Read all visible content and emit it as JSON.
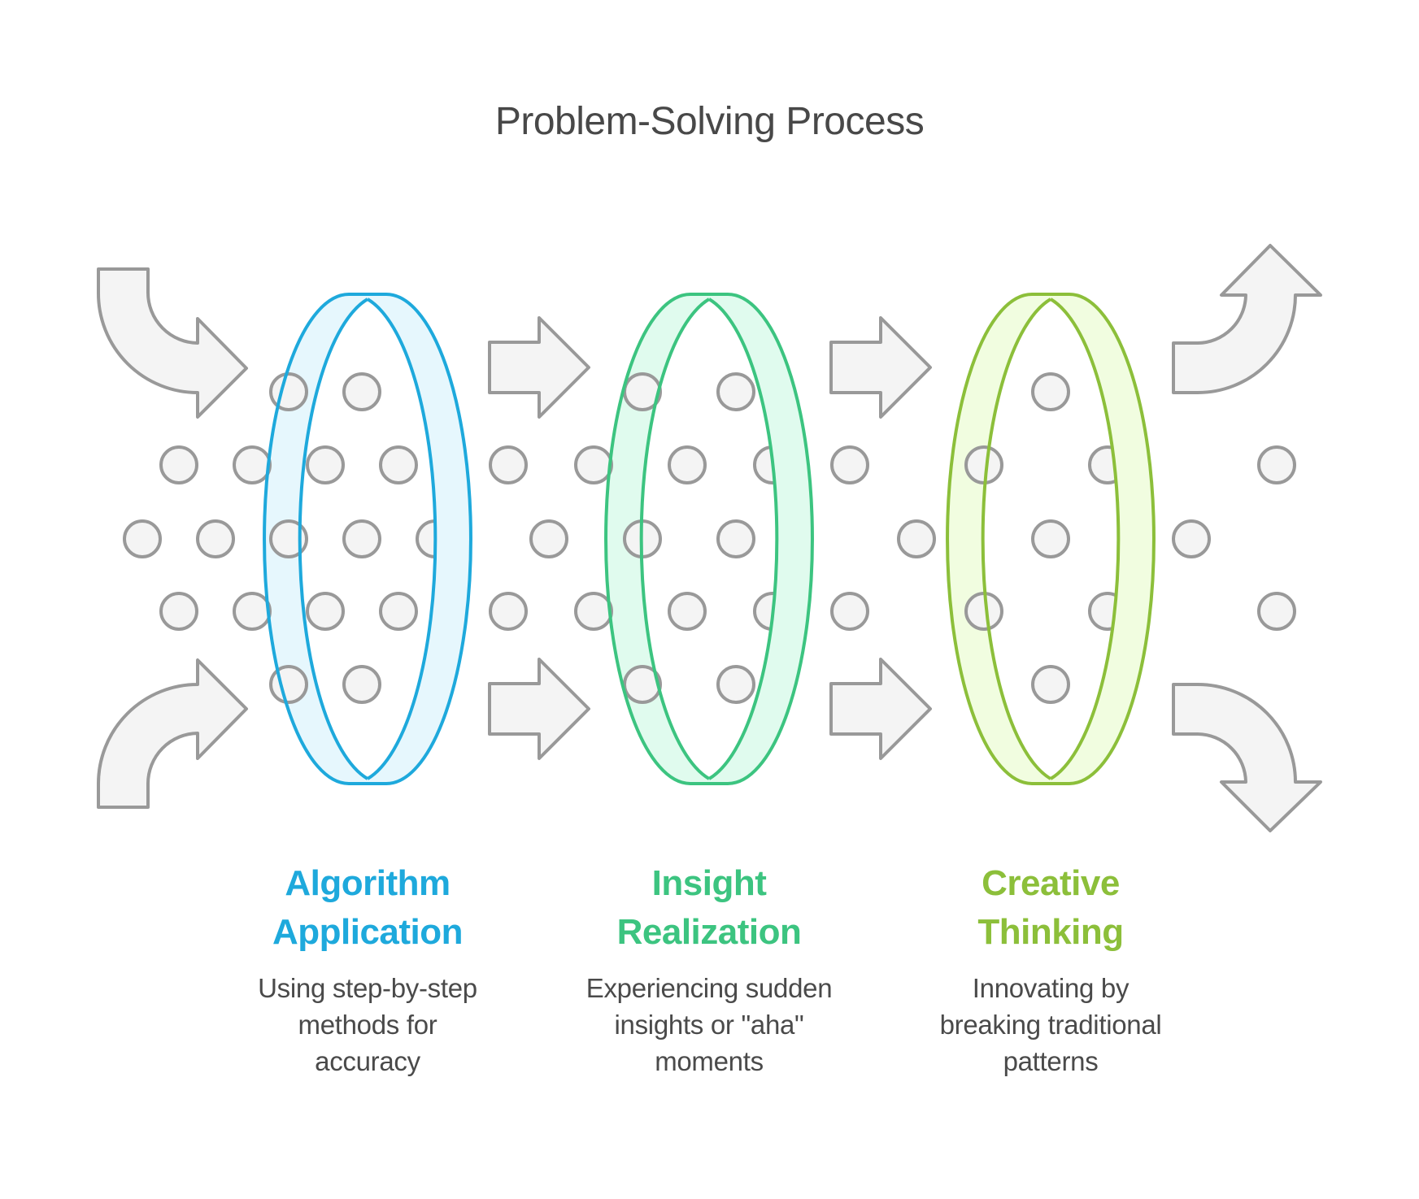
{
  "title": "Problem-Solving Process",
  "colors": {
    "arrow_fill": "#f4f4f4",
    "arrow_stroke": "#999999",
    "dot_fill": "#f4f4f4",
    "dot_stroke": "#999999",
    "text": "#4a4a4a"
  },
  "stages": [
    {
      "heading_line1": "Algorithm",
      "heading_line2": "Application",
      "desc_line1": "Using step-by-step",
      "desc_line2": "methods for",
      "desc_line3": "accuracy",
      "color": "#1ea9dc",
      "fill": "#e6f7fd"
    },
    {
      "heading_line1": "Insight",
      "heading_line2": "Realization",
      "desc_line1": "Experiencing sudden",
      "desc_line2": "insights or \"aha\"",
      "desc_line3": "moments",
      "color": "#3cc480",
      "fill": "#e0fbee"
    },
    {
      "heading_line1": "Creative",
      "heading_line2": "Thinking",
      "desc_line1": "Innovating by",
      "desc_line2": "breaking traditional",
      "desc_line3": "patterns",
      "color": "#8cbf3a",
      "fill": "#f1fde0"
    }
  ],
  "icons": {
    "input_arrows": [
      "curved-arrow-down-right-icon",
      "curved-arrow-up-right-icon"
    ],
    "transition_arrows": [
      "right-arrow-icon"
    ],
    "output_arrows": [
      "curved-arrow-up-icon",
      "curved-arrow-down-icon"
    ],
    "lens": "lens-ring-icon",
    "particle": "particle-dot-icon"
  }
}
